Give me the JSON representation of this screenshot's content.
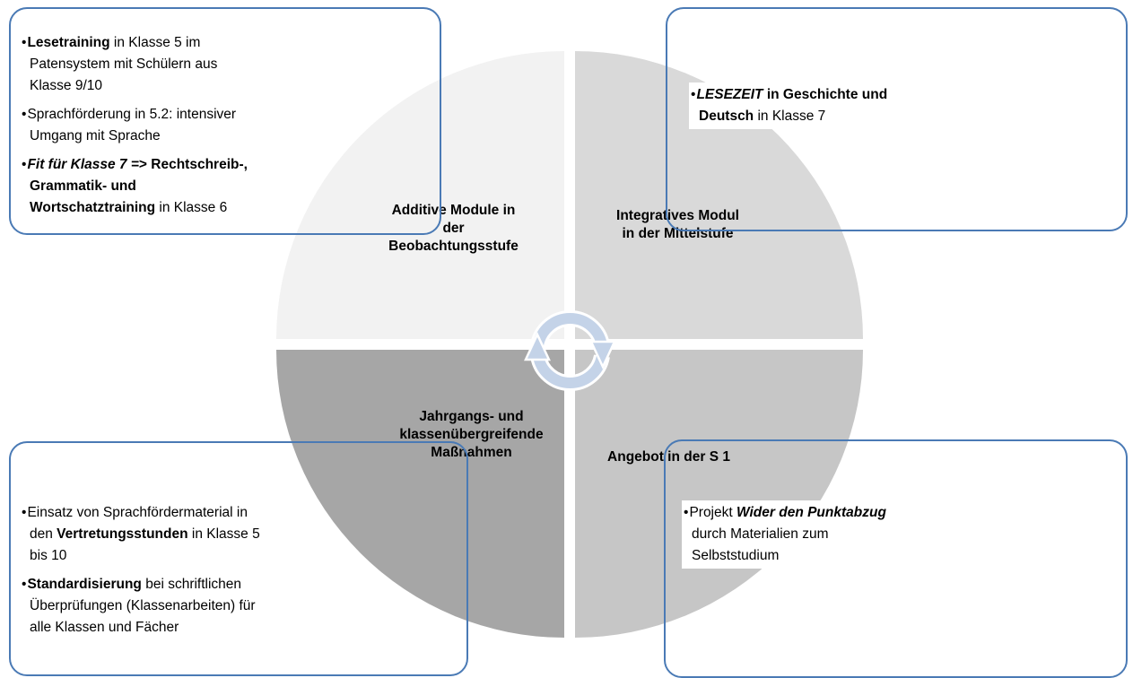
{
  "bullet_char": "•",
  "colors": {
    "box_border": "#4a7ab5",
    "background": "#ffffff",
    "text": "#000000",
    "arrow": "#c4d3e8"
  },
  "quadrants": {
    "top_left": {
      "label": "Additive Module in\nder\nBeobachtungsstufe",
      "color": "#f2f2f2"
    },
    "top_right": {
      "label": "Integratives Modul\nin der Mittelstufe",
      "color": "#d9d9d9"
    },
    "bottom_left": {
      "label": "Jahrgangs- und\nklassenübergreifende\nMaßnahmen",
      "color": "#a6a6a6"
    },
    "bottom_right": {
      "label": "Angebot in der S 1",
      "color": "#c6c6c6"
    }
  },
  "callouts": {
    "top_left": {
      "items": [
        {
          "segments": [
            {
              "t": "Lesetraining",
              "b": true
            },
            {
              "t": " in Klasse 5 im Patensystem mit Schülern aus Klasse 9/10"
            }
          ]
        },
        {
          "segments": [
            {
              "t": "Sprachförderung in 5.2: intensiver Umgang mit Sprache"
            }
          ]
        },
        {
          "segments": [
            {
              "t": "Fit für Klasse 7 =",
              "b": true,
              "i": true
            },
            {
              "t": "> ",
              "b": true
            },
            {
              "t": "Rechtschreib-, Grammatik- und Wortschatztraining",
              "b": true
            },
            {
              "t": " in Klasse 6"
            }
          ]
        }
      ]
    },
    "top_right": {
      "items": [
        {
          "segments": [
            {
              "t": "LESEZEIT",
              "b": true,
              "i": true
            },
            {
              "t": " in ",
              "b": true
            },
            {
              "t": "Geschichte und Deutsch",
              "b": true
            },
            {
              "t": " in Klasse 7"
            }
          ]
        }
      ]
    },
    "bottom_left": {
      "items": [
        {
          "segments": [
            {
              "t": "Einsatz von Sprachfördermaterial in den "
            },
            {
              "t": "Vertretungsstunden",
              "b": true
            },
            {
              "t": " in Klasse 5 bis 10"
            }
          ]
        },
        {
          "segments": [
            {
              "t": "Standardisierung",
              "b": true
            },
            {
              "t": " bei schriftlichen Überprüfungen (Klassenarbeiten) für alle Klassen und Fächer"
            }
          ]
        }
      ]
    },
    "bottom_right": {
      "items": [
        {
          "segments": [
            {
              "t": "Projekt "
            },
            {
              "t": "Wider den Punktabzug",
              "b": true,
              "i": true
            },
            {
              "t": " durch Materialien zum Selbststudium"
            }
          ]
        }
      ]
    }
  }
}
